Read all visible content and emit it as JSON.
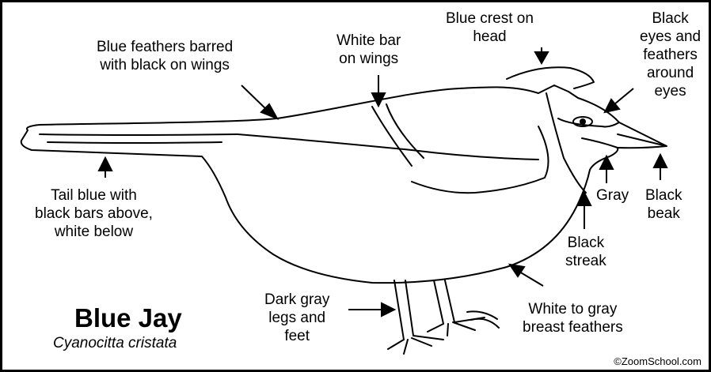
{
  "title": "Blue Jay",
  "scientific_name": "Cyanocitta cristata",
  "copyright": "©ZoomSchool.com",
  "labels": {
    "wing_feathers": [
      "Blue feathers barred",
      "with black on wings"
    ],
    "wing_bar": [
      "White bar",
      "on wings"
    ],
    "crest": [
      "Blue crest on",
      "head"
    ],
    "eyes": [
      "Black",
      "eyes and",
      "feathers",
      "around",
      "eyes"
    ],
    "tail": [
      "Tail blue with",
      "black bars above,",
      "white below"
    ],
    "gray": [
      "Gray"
    ],
    "beak": [
      "Black",
      "beak"
    ],
    "streak": [
      "Black",
      "streak"
    ],
    "legs": [
      "Dark gray",
      "legs and",
      "feet"
    ],
    "breast": [
      "White to gray",
      "breast feathers"
    ]
  },
  "colors": {
    "line": "#000000",
    "background": "#ffffff"
  }
}
